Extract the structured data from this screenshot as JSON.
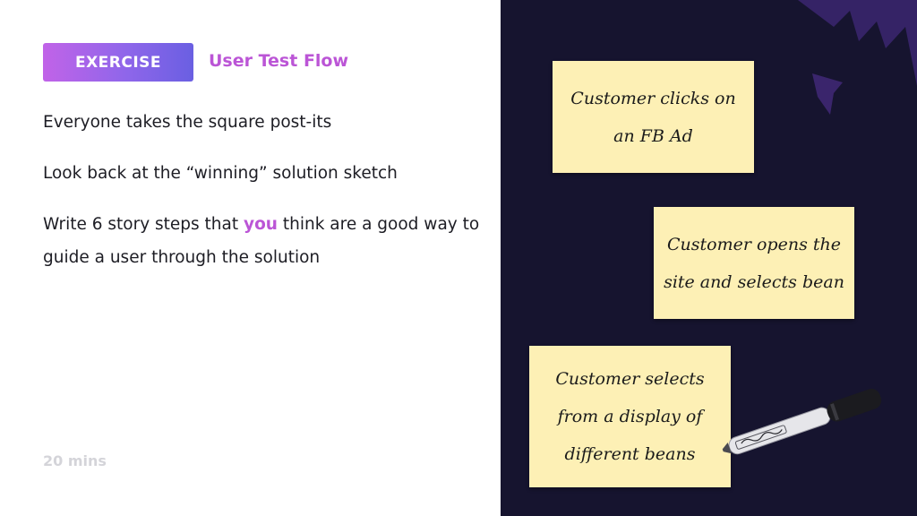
{
  "slide": {
    "badge_label": "EXERCISE",
    "title": "User Test Flow",
    "instructions": {
      "line1": "Everyone takes the square post-its",
      "line2": "Look back at the “winning” solution sketch",
      "line3_before": "Write 6 story steps that ",
      "line3_highlight": "you",
      "line3_after": " think are a good way to guide a user through the solution"
    },
    "timer": "20 mins"
  },
  "sticky_notes": [
    {
      "text": "Customer clicks on an FB Ad"
    },
    {
      "text": "Customer opens the site and selects bean"
    },
    {
      "text": "Customer selects from a display of different beans"
    }
  ],
  "colors": {
    "accent": "#bb55d6",
    "badge_start": "#c163e8",
    "badge_end": "#6a5fe2",
    "dark_panel": "#16142f",
    "note_yellow": "#fdf0b5",
    "body_text": "#1d1d24",
    "timer_text": "#d4d4d9"
  },
  "icons": {
    "marker": "sharpie-marker-image",
    "decoration": "purple-arrow-decoration"
  }
}
